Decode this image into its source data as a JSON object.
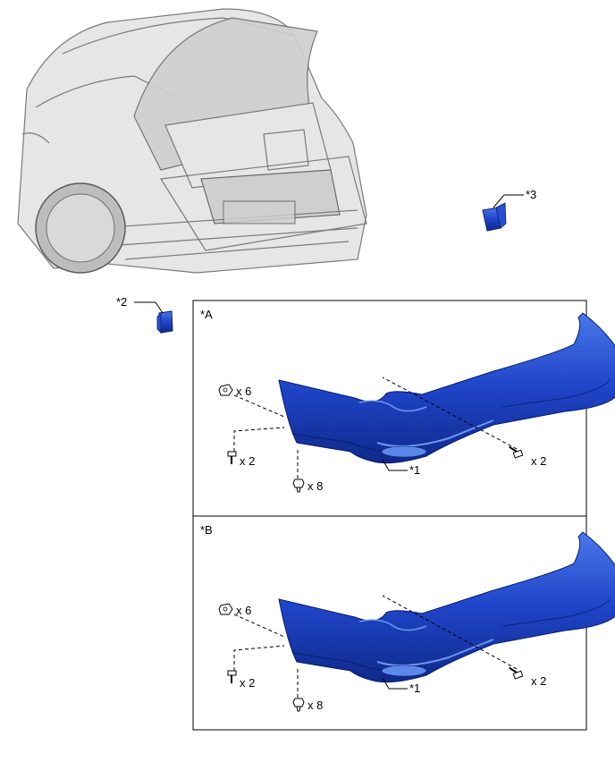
{
  "callouts": {
    "part1": "*1",
    "part2": "*2",
    "part3": "*3"
  },
  "panels": [
    {
      "label": "*A",
      "quantities": {
        "clip_top": "x 6",
        "screw_left": "x 2",
        "clip_bottom": "x 8",
        "screw_right": "x 2"
      },
      "part_label": "*1"
    },
    {
      "label": "*B",
      "quantities": {
        "clip_top": "x 6",
        "screw_left": "x 2",
        "clip_bottom": "x 8",
        "screw_right": "x 2"
      },
      "part_label": "*1"
    }
  ],
  "colors": {
    "part_blue": "#1e3fbf",
    "part_blue_light": "#3a6be0",
    "part_blue_dark": "#0f2480"
  }
}
